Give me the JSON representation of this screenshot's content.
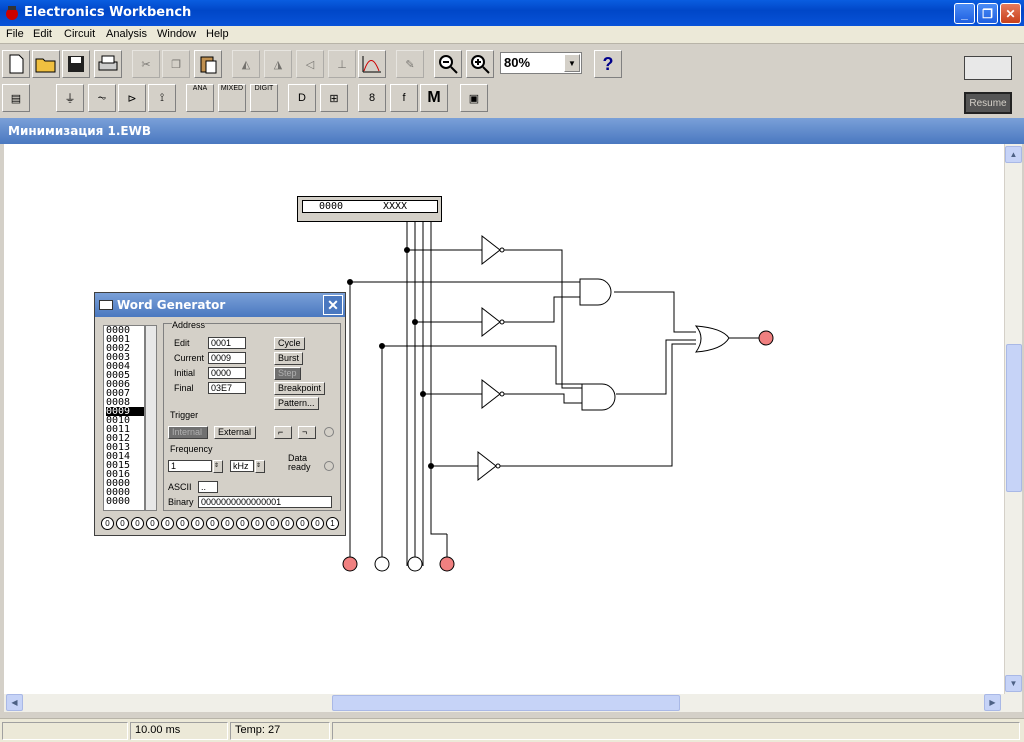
{
  "app": {
    "title": "Electronics Workbench"
  },
  "menu": [
    "File",
    "Edit",
    "Circuit",
    "Analysis",
    "Window",
    "Help"
  ],
  "toolbar": {
    "zoom": "80%",
    "help": "?",
    "resume": "Resume",
    "parts_labels": [
      "ANA",
      "MIXED",
      "DIGIT"
    ]
  },
  "document": {
    "title": "Минимизация 1.EWB"
  },
  "status": {
    "cells": [
      "",
      "10.00 ms",
      "Temp:  27",
      ""
    ]
  },
  "word_generator": {
    "title": "Word Generator",
    "list": [
      "0000",
      "0001",
      "0002",
      "0003",
      "0004",
      "0005",
      "0006",
      "0007",
      "0008",
      "0009",
      "0010",
      "0011",
      "0012",
      "0013",
      "0014",
      "0015",
      "0016",
      "0000",
      "0000",
      "0000"
    ],
    "selected_index": 9,
    "address": {
      "label": "Address",
      "edit_label": "Edit",
      "edit": "0001",
      "current_label": "Current",
      "current": "0009",
      "initial_label": "Initial",
      "initial": "0000",
      "final_label": "Final",
      "final": "03E7"
    },
    "buttons": {
      "cycle": "Cycle",
      "burst": "Burst",
      "step": "Step",
      "breakpoint": "Breakpoint",
      "pattern": "Pattern..."
    },
    "trigger": {
      "label": "Trigger",
      "internal": "Internal",
      "external": "External"
    },
    "frequency": {
      "label": "Frequency",
      "value": "1",
      "unit": "kHz",
      "data_ready": "Data\nready"
    },
    "ascii": {
      "label": "ASCII",
      "value": ".."
    },
    "binary": {
      "label": "Binary",
      "value": "0000000000000001"
    },
    "bits": [
      "0",
      "0",
      "0",
      "0",
      "0",
      "0",
      "0",
      "0",
      "0",
      "0",
      "0",
      "0",
      "0",
      "0",
      "0",
      "1"
    ]
  },
  "logic_analyzer": {
    "left": "0000",
    "right": "XXXX"
  },
  "colors": {
    "probe_on": "#f08080",
    "probe_off": "#ffffff"
  }
}
